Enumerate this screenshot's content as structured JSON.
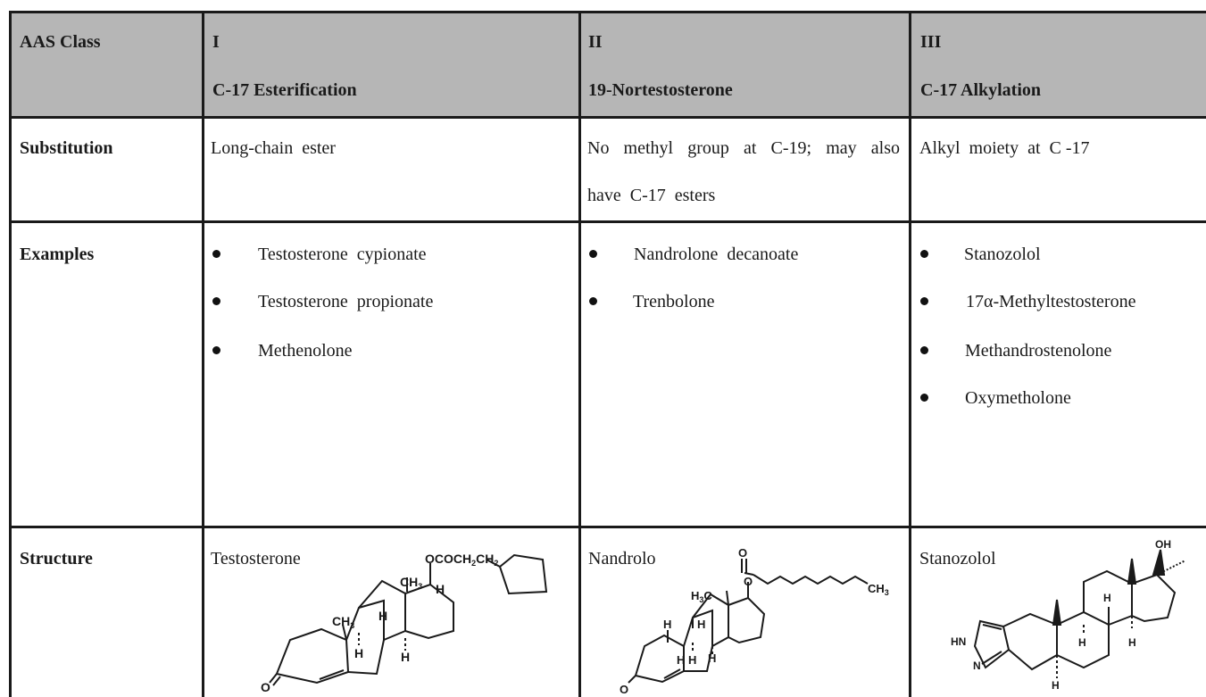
{
  "header": {
    "col0": "AAS Class",
    "col1_numeral": "I",
    "col1_title": "C-17 Esterification",
    "col2_numeral": "II",
    "col2_title": "19-Nortestosterone",
    "col3_numeral": "III",
    "col3_title": "C-17 Alkylation"
  },
  "rows": {
    "substitution": {
      "label": "Substitution",
      "class1": "Long-chain  ester",
      "class2_line1": "No  methyl  group  at  C-19;  may  also",
      "class2_line2": "have  C-17  esters",
      "class3": "Alkyl  moiety  at  C -17"
    },
    "examples": {
      "label": "Examples",
      "class1": [
        "Testosterone  cypionate",
        "Testosterone  propionate",
        "Methenolone"
      ],
      "class2": [
        "Nandrolone  decanoate",
        "Trenbolone"
      ],
      "class3": [
        "Stanozolol",
        "17α-Methyltestosterone",
        "Methandrostenolone",
        "Oxymetholone"
      ]
    },
    "structure": {
      "label": "Structure",
      "class1": "Testosterone",
      "class2": "Nandrolo",
      "class3": "Stanozolol"
    }
  },
  "molecule_labels": {
    "class1": {
      "ester": "OCOCH",
      "ester_sub": "2",
      "ester_tail": "CH",
      "ester_tail_sub": "2",
      "ch3_top": "CH",
      "ch3_top_sub": "3",
      "h_alpha": "H",
      "ch3_left": "CH",
      "ch3_left_sub": "3",
      "h1": "H",
      "h2": "H",
      "h3": "H",
      "oxygen": "O"
    },
    "class2": {
      "carbonyl_o": "O",
      "ester_o": "O",
      "ch3_end": "CH",
      "ch3_end_sub": "3",
      "h3c": "H",
      "h3c_sub": "3",
      "h3c_c": "C",
      "h1": "H",
      "h2": "H",
      "h3": "H",
      "h4": "H",
      "h5": "H",
      "oxygen": "O"
    },
    "class3": {
      "oh": "OH",
      "hn": "HN",
      "n": "N",
      "h1": "H",
      "h2": "H",
      "h3": "H",
      "h4": "H"
    }
  }
}
